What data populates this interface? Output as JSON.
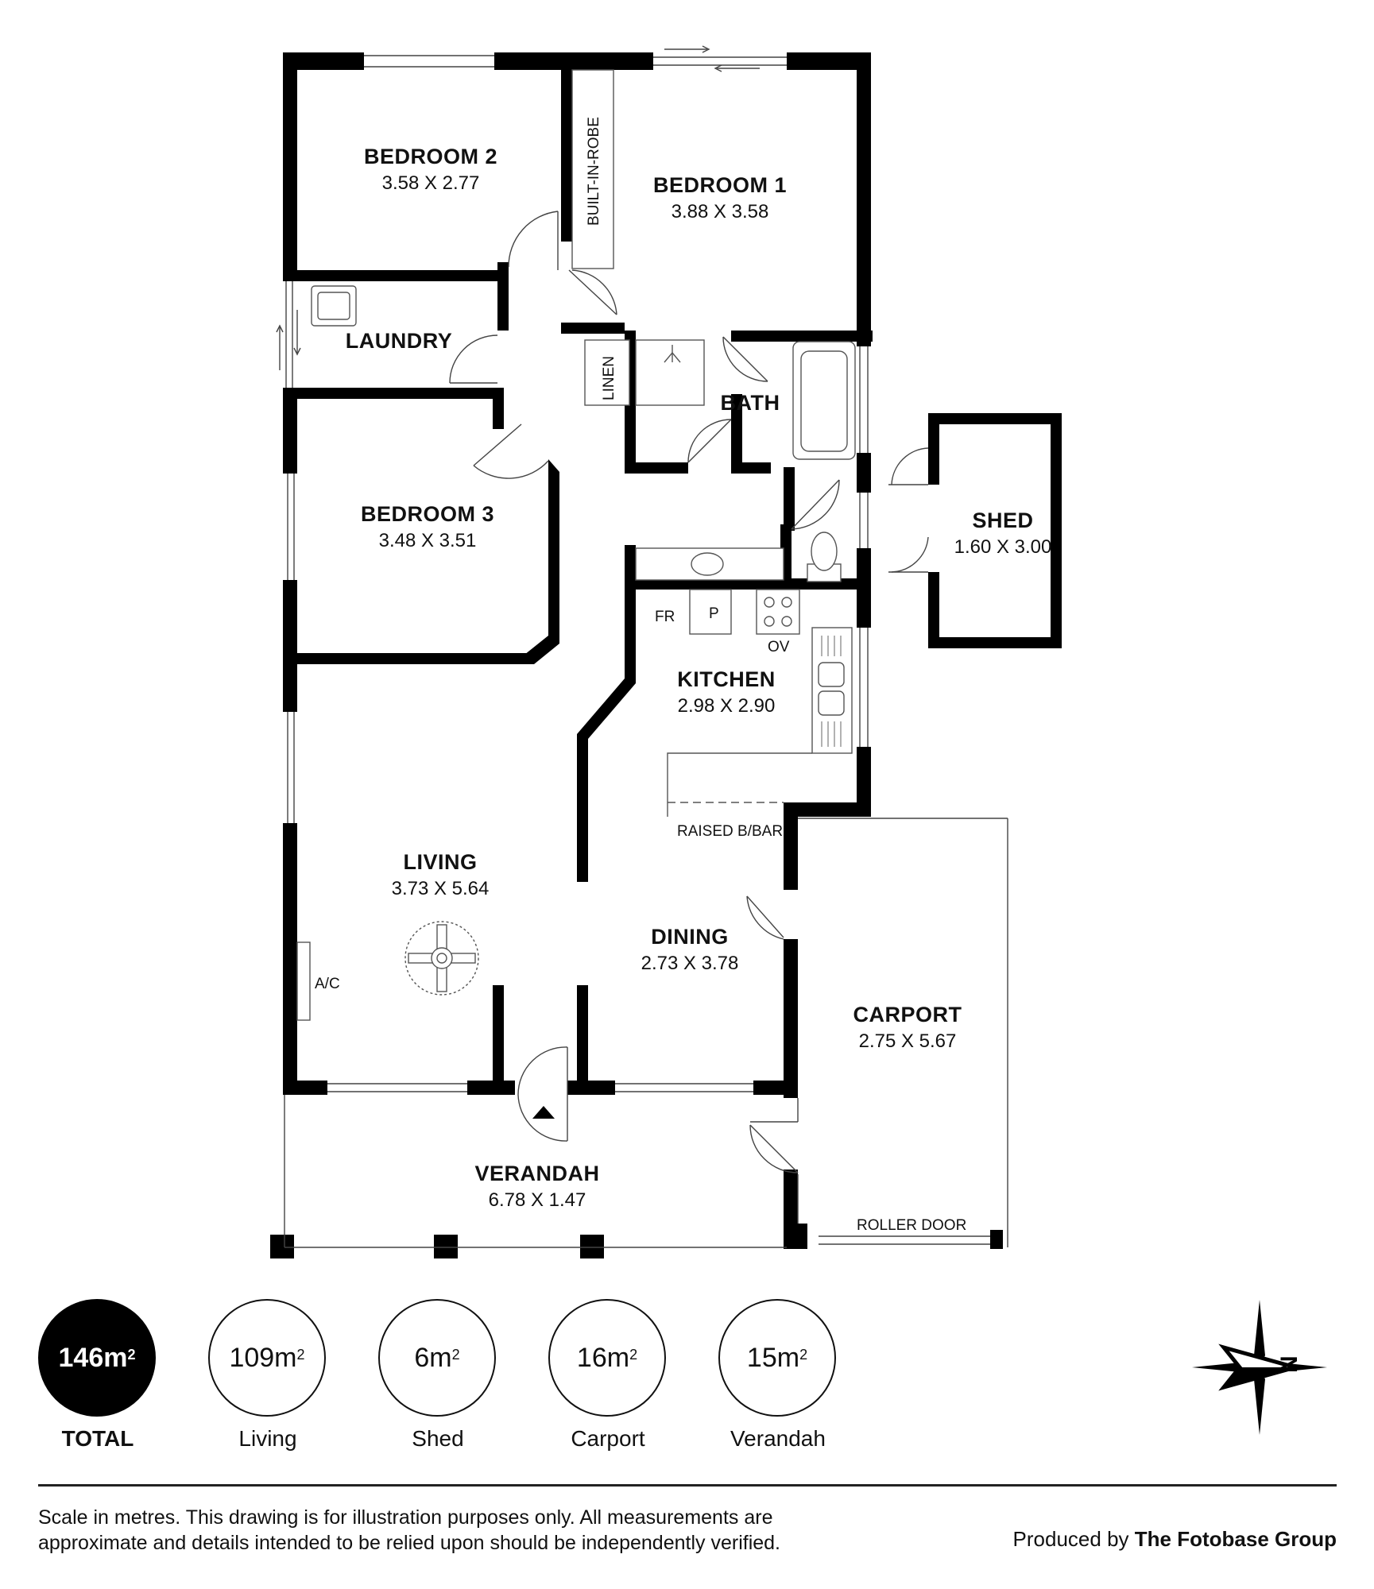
{
  "rooms": {
    "bedroom2": {
      "name": "BEDROOM 2",
      "dim": "3.58 X 2.77"
    },
    "bedroom1": {
      "name": "BEDROOM 1",
      "dim": "3.88 X 3.58"
    },
    "robe": {
      "name": "BUILT-IN-ROBE"
    },
    "laundry": {
      "name": "LAUNDRY"
    },
    "linen": {
      "name": "LINEN"
    },
    "bath": {
      "name": "BATH"
    },
    "bedroom3": {
      "name": "BEDROOM 3",
      "dim": "3.48 X 3.51"
    },
    "shed": {
      "name": "SHED",
      "dim": "1.60 X 3.00"
    },
    "kitchen": {
      "name": "KITCHEN",
      "dim": "2.98 X 2.90"
    },
    "living": {
      "name": "LIVING",
      "dim": "3.73 X 5.64"
    },
    "dining": {
      "name": "DINING",
      "dim": "2.73 X 3.78"
    },
    "carport": {
      "name": "CARPORT",
      "dim": "2.75 X 5.67"
    },
    "verandah": {
      "name": "VERANDAH",
      "dim": "6.78 X 1.47"
    }
  },
  "labels": {
    "fr": "FR",
    "p": "P",
    "ov": "OV",
    "raised_bar": "RAISED B/BAR",
    "ac": "A/C",
    "roller_door": "ROLLER DOOR"
  },
  "areas": [
    {
      "value": "146m",
      "sup": "2",
      "label": "TOTAL",
      "total": true
    },
    {
      "value": "109m",
      "sup": "2",
      "label": "Living",
      "total": false
    },
    {
      "value": "6m",
      "sup": "2",
      "label": "Shed",
      "total": false
    },
    {
      "value": "16m",
      "sup": "2",
      "label": "Carport",
      "total": false
    },
    {
      "value": "15m",
      "sup": "2",
      "label": "Verandah",
      "total": false
    }
  ],
  "disclaimer": {
    "line1": "Scale in metres. This drawing is for illustration purposes only. All measurements are",
    "line2": "approximate and details intended to be relied upon should be independently verified."
  },
  "credit": {
    "prefix": "Produced by",
    "company": "The Fotobase Group"
  },
  "compass_label": "N"
}
